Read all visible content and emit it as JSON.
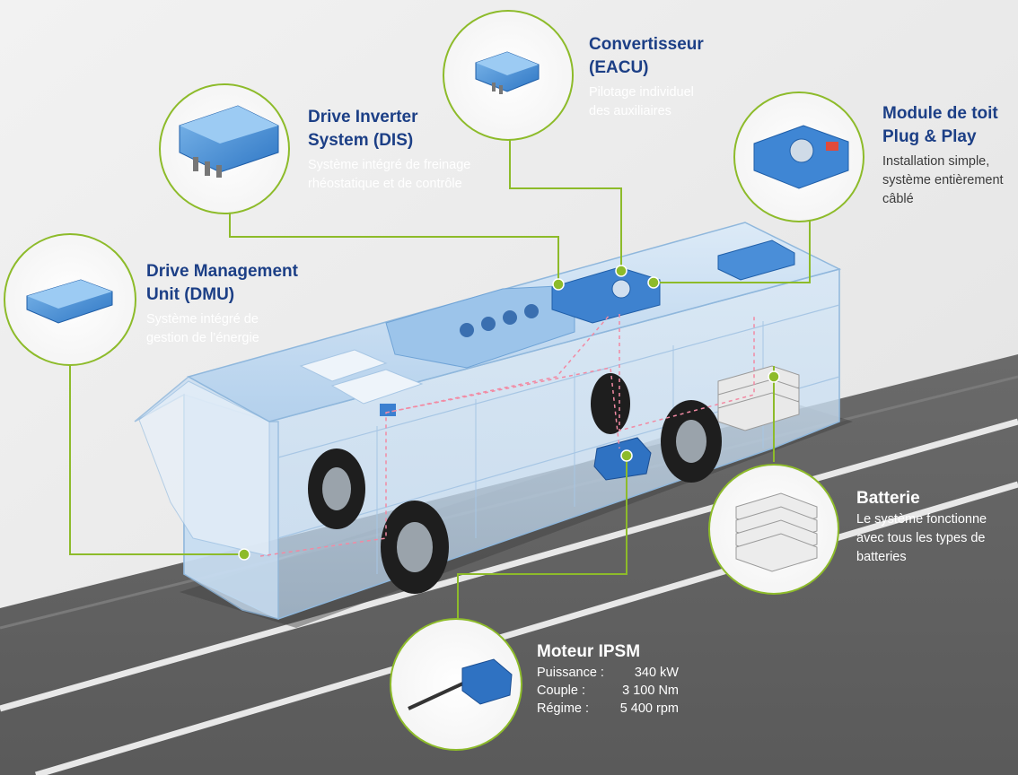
{
  "diagram": {
    "accent_color": "#8dbb2a",
    "title_color": "#1c3f86",
    "components": {
      "dmu": {
        "title_line1": "Drive Management",
        "title_line2": "Unit (DMU)",
        "desc_line1": "Système intégré de",
        "desc_line2": "gestion de l’énergie",
        "icon": "dmu-box-icon"
      },
      "dis": {
        "title_line1": "Drive Inverter",
        "title_line2": "System (DIS)",
        "desc_line1": "Système intégré de freinage",
        "desc_line2": "rhéostatique et de contrôle",
        "icon": "inverter-box-icon"
      },
      "eacu": {
        "title_line1": "Convertisseur",
        "title_line2": "(EACU)",
        "desc_line1": "Pilotage individuel",
        "desc_line2": "des auxiliaires",
        "icon": "converter-box-icon"
      },
      "roof": {
        "title_line1": "Module de toit",
        "title_line2": "Plug & Play",
        "desc_line1": "Installation simple,",
        "desc_line2": "système entièrement",
        "desc_line3": "câblé",
        "icon": "roof-module-icon"
      },
      "battery": {
        "title": "Batterie",
        "desc_line1": "Le système fonctionne",
        "desc_line2": "avec tous les types de",
        "desc_line3": "batteries",
        "icon": "battery-stack-icon"
      },
      "motor": {
        "title": "Moteur IPSM",
        "specs": [
          {
            "label": "Puissance :",
            "value": "340 kW"
          },
          {
            "label": "Couple :",
            "value": "3 100 Nm"
          },
          {
            "label": "Régime :",
            "value": "5 400 rpm"
          }
        ],
        "icon": "motor-shaft-icon"
      }
    }
  }
}
